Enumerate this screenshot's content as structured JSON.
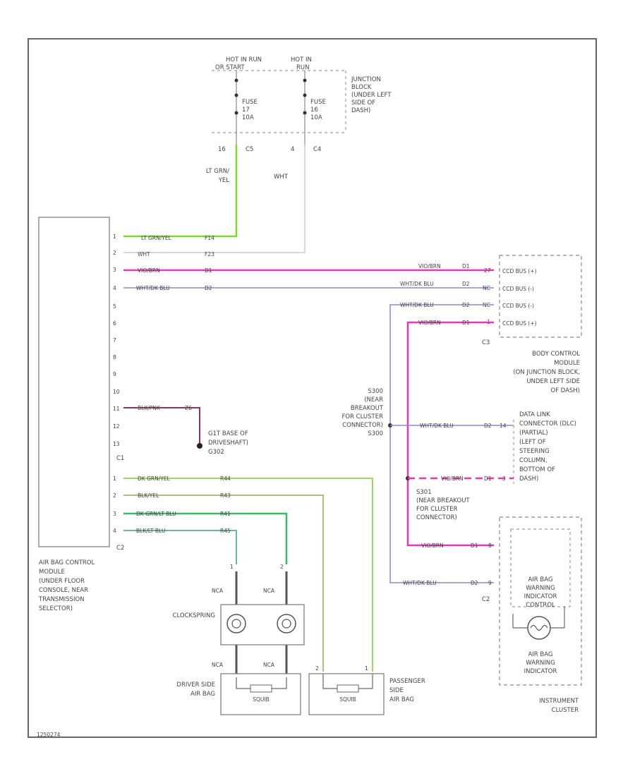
{
  "colors": {
    "frame": "#666666",
    "lt_grn_yel": "#77dd22",
    "wht": "#cccccc",
    "vio_brn": "#ee33bb",
    "wht_dk_blu": "#8888dd",
    "blk_pnk": "#993355",
    "dk_grn_yel": "#99dd55",
    "blk_yel": "#bbbb77",
    "dk_grn_lt_blu": "#33bb66",
    "blk_lt_blu": "#66bbaa",
    "nca": "#555555"
  },
  "power": {
    "hot_run": [
      "HOT IN RUN",
      "OR START"
    ],
    "hot_at_all": [
      "HOT IN",
      "RUN"
    ],
    "fuse17": [
      "FUSE",
      "17",
      "10A"
    ],
    "fuse16": [
      "FUSE",
      "16",
      "10A"
    ],
    "junction_block": [
      "JUNCTION",
      "BLOCK",
      "(UNDER LEFT",
      "SIDE OF",
      "DASH)"
    ],
    "pin_a": "16",
    "conn_a": "C5",
    "pin_b": "4",
    "conn_b": "C4",
    "wire_lt_grn": [
      "LT GRN/",
      "YEL"
    ],
    "wire_wht": "WHT"
  },
  "acm": {
    "label": [
      "AIR BAG CONTROL",
      "MODULE",
      "(UNDER FLOOR",
      "CONSOLE, NEAR",
      "TRANSMISSION",
      "SELECTOR)"
    ],
    "c1": "C1",
    "c2": "C2",
    "pins_c1": [
      "1",
      "2",
      "3",
      "4",
      "5",
      "6",
      "7",
      "8",
      "9",
      "10",
      "11",
      "12",
      "13"
    ],
    "pins_c2": [
      "1",
      "2",
      "3",
      "4"
    ],
    "wire1": {
      "label": "LT GRN/YEL",
      "circuit": "F14"
    },
    "wire2": {
      "label": "WHT",
      "circuit": "F23"
    },
    "wire3": {
      "label": "VIO/BRN",
      "circuit": "D1"
    },
    "wire4": {
      "label": "WHT/DK BLU",
      "circuit": "D2"
    },
    "wire11": {
      "label": "BLK/PNK",
      "circuit": "Z6"
    },
    "ground": [
      "G1T BASE OF",
      "DRIVESHAFT)",
      "G302"
    ],
    "c2w1": {
      "label": "DK GRN/YEL",
      "circuit": "R44"
    },
    "c2w2": {
      "label": "BLK/YEL",
      "circuit": "R43"
    },
    "c2w3": {
      "label": "DK GRN/LT BLU",
      "circuit": "R41"
    },
    "c2w4": {
      "label": "BLK/LT BLU",
      "circuit": "R45"
    }
  },
  "bcm": {
    "rows": [
      "CCD BUS (+)",
      "CCD BUS (-)",
      "CCD BUS (-)",
      "CCD BUS (+)"
    ],
    "pins": [
      "27",
      "NC",
      "NC",
      "1"
    ],
    "wire_labels": [
      "VIO/BRN",
      "WHT/DK BLU",
      "WHT/DK BLU",
      "VIO/BRN"
    ],
    "circuits": [
      "D1",
      "D2",
      "D2",
      "D1"
    ],
    "conn": "C3",
    "label": [
      "BODY CONTROL",
      "MODULE",
      "(ON JUNCTION BLOCK,",
      "UNDER LEFT SIDE",
      "OF DASH)"
    ]
  },
  "splices": {
    "s300": [
      "S300",
      "(NEAR",
      "BREAKOUT",
      "FOR CLUSTER",
      "CONNECTOR)",
      "S300"
    ],
    "s301": [
      "S301",
      "(NEAR BREAKOUT",
      "FOR CLUSTER",
      "CONNECTOR)"
    ]
  },
  "dlc": {
    "wire_upper": {
      "label": "WHT/DK BLU",
      "circuit": "D2",
      "pin": "14"
    },
    "wire_lower": {
      "label": "VIO/BRN",
      "circuit": "D1",
      "pin": "3"
    },
    "label": [
      "DATA LINK",
      "CONNECTOR (DLC)",
      "(PARTIAL)",
      "(LEFT OF",
      "STEERING",
      "COLUMN,",
      "BOTTOM OF",
      "DASH)"
    ]
  },
  "cluster": {
    "wire_upper": {
      "label": "VIO/BRN",
      "circuit": "D1",
      "pin": "8"
    },
    "wire_lower": {
      "label": "WHT/DK BLU",
      "circuit": "D2",
      "pin": "9"
    },
    "conn": "C2",
    "control": [
      "AIR BAG",
      "WARNING",
      "INDICATOR",
      "CONTROL"
    ],
    "indicator": [
      "AIR BAG",
      "WARNING",
      "INDICATOR"
    ],
    "label": [
      "INSTRUMENT",
      "CLUSTER"
    ]
  },
  "clockspring": {
    "label": "CLOCKSPRING",
    "top_pins": [
      "1",
      "2"
    ],
    "nca_top": [
      "NCA",
      "NCA"
    ],
    "nca_bot": [
      "NCA",
      "NCA"
    ]
  },
  "driver_airbag": {
    "label": [
      "DRIVER SIDE",
      "AIR BAG"
    ],
    "squib": "SQUIB"
  },
  "passenger_airbag": {
    "label": [
      "PASSENGER",
      "SIDE",
      "AIR BAG"
    ],
    "squib": "SQUIB",
    "pins": [
      "2",
      "1"
    ]
  },
  "diagram_id": "1250274"
}
